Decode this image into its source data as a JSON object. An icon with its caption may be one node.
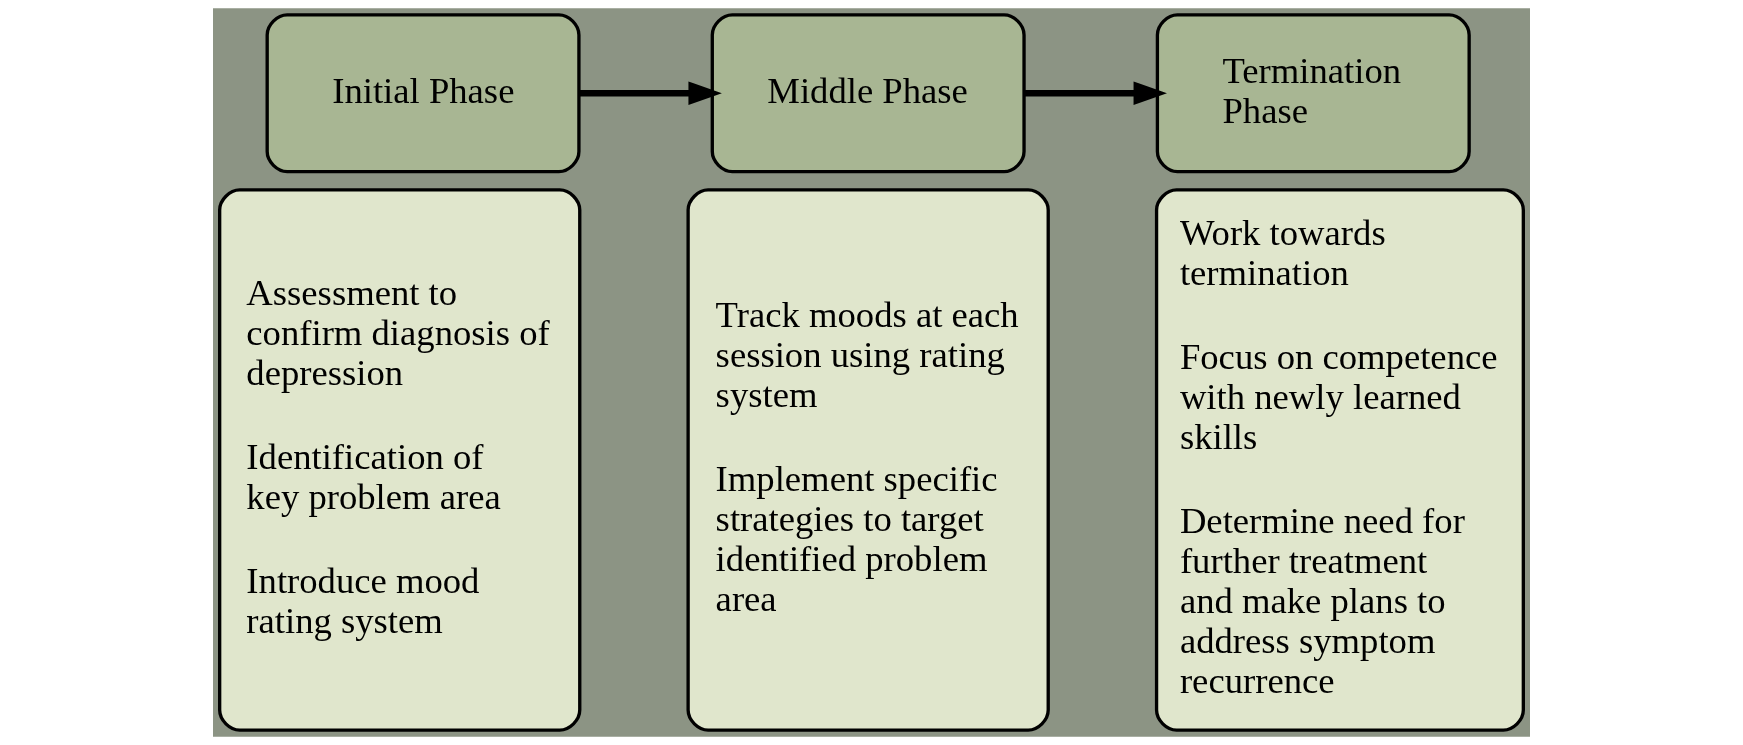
{
  "diagram": {
    "nodes": [
      {
        "text": [
          "Initial Phase"
        ]
      },
      {
        "text": [
          "Assessment to confirm diagnosis of depression",
          "Identification of key problem area",
          "Introduce mood rating system"
        ]
      },
      {
        "text": [
          "Middle Phase"
        ]
      },
      {
        "text": [
          "Track moods at each session using rating system",
          "Implement specific strategies to target identified problem area"
        ]
      },
      {
        "text": [
          "Termination Phase"
        ]
      },
      {
        "text": [
          "Work towards termination",
          "Focus on competence with newly learned skills",
          "Determine need for further treatment and make plans to address symptom recurrence"
        ]
      }
    ],
    "edges": [
      {
        "from": 0,
        "to": 2,
        "arrow": "to"
      },
      {
        "from": 2,
        "to": 4,
        "arrow": "to"
      }
    ]
  }
}
